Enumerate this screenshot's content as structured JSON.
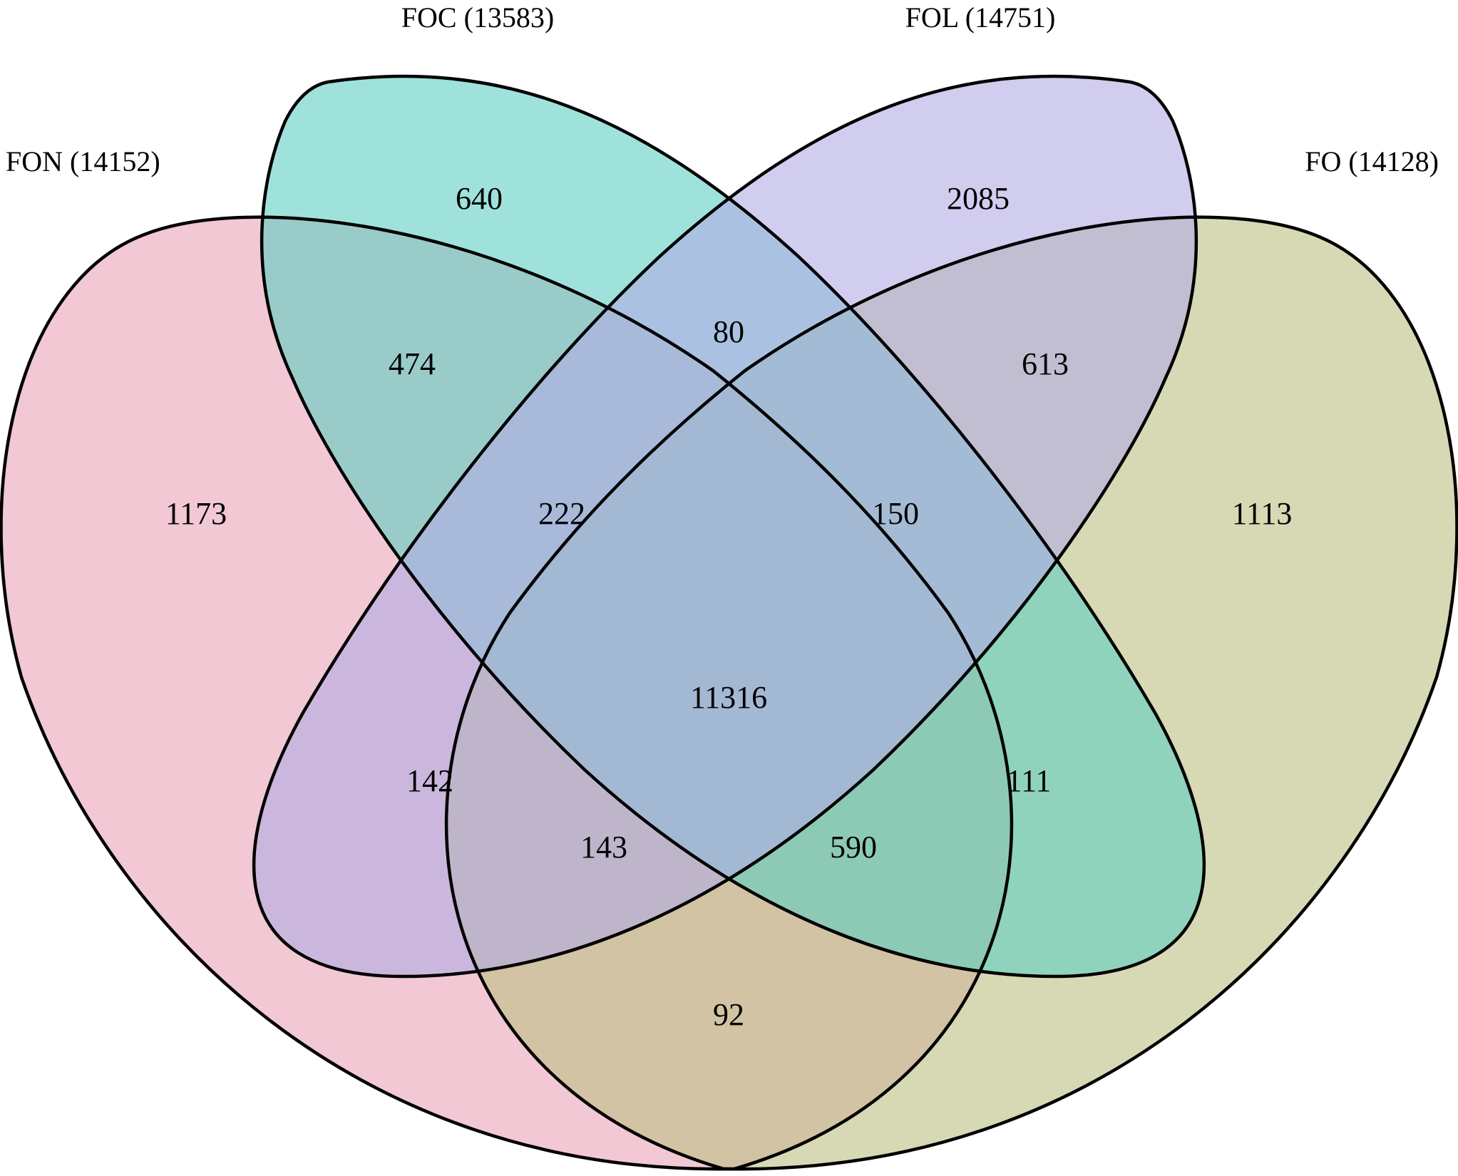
{
  "chart_data": {
    "type": "venn",
    "sets": [
      {
        "id": "FON",
        "label": "FON (14152)",
        "size": 14152,
        "color": "#e8a3b5"
      },
      {
        "id": "FOC",
        "label": "FOC (13583)",
        "size": 13583,
        "color": "#5fcfc3"
      },
      {
        "id": "FOL",
        "label": "FOL (14751)",
        "size": 14751,
        "color": "#b3abe4"
      },
      {
        "id": "FO",
        "label": "FO (14128)",
        "size": 14128,
        "color": "#bcbf84"
      }
    ],
    "regions": [
      {
        "sets": [
          "FON"
        ],
        "value": "1173"
      },
      {
        "sets": [
          "FOC"
        ],
        "value": "640"
      },
      {
        "sets": [
          "FOL"
        ],
        "value": "2085"
      },
      {
        "sets": [
          "FO"
        ],
        "value": "1113"
      },
      {
        "sets": [
          "FON",
          "FOC"
        ],
        "value": "474"
      },
      {
        "sets": [
          "FOC",
          "FOL"
        ],
        "value": "80"
      },
      {
        "sets": [
          "FOL",
          "FO"
        ],
        "value": "613"
      },
      {
        "sets": [
          "FON",
          "FOC",
          "FOL"
        ],
        "value": "222"
      },
      {
        "sets": [
          "FOC",
          "FOL",
          "FO"
        ],
        "value": "150"
      },
      {
        "sets": [
          "FON",
          "FOC",
          "FOL",
          "FO"
        ],
        "value": "11316"
      },
      {
        "sets": [
          "FON",
          "FOL"
        ],
        "value": "142"
      },
      {
        "sets": [
          "FOC",
          "FO"
        ],
        "value": "111"
      },
      {
        "sets": [
          "FON",
          "FOL",
          "FO"
        ],
        "value": "143"
      },
      {
        "sets": [
          "FON",
          "FOC",
          "FO"
        ],
        "value": "590"
      },
      {
        "sets": [
          "FON",
          "FO"
        ],
        "value": "92"
      }
    ]
  }
}
